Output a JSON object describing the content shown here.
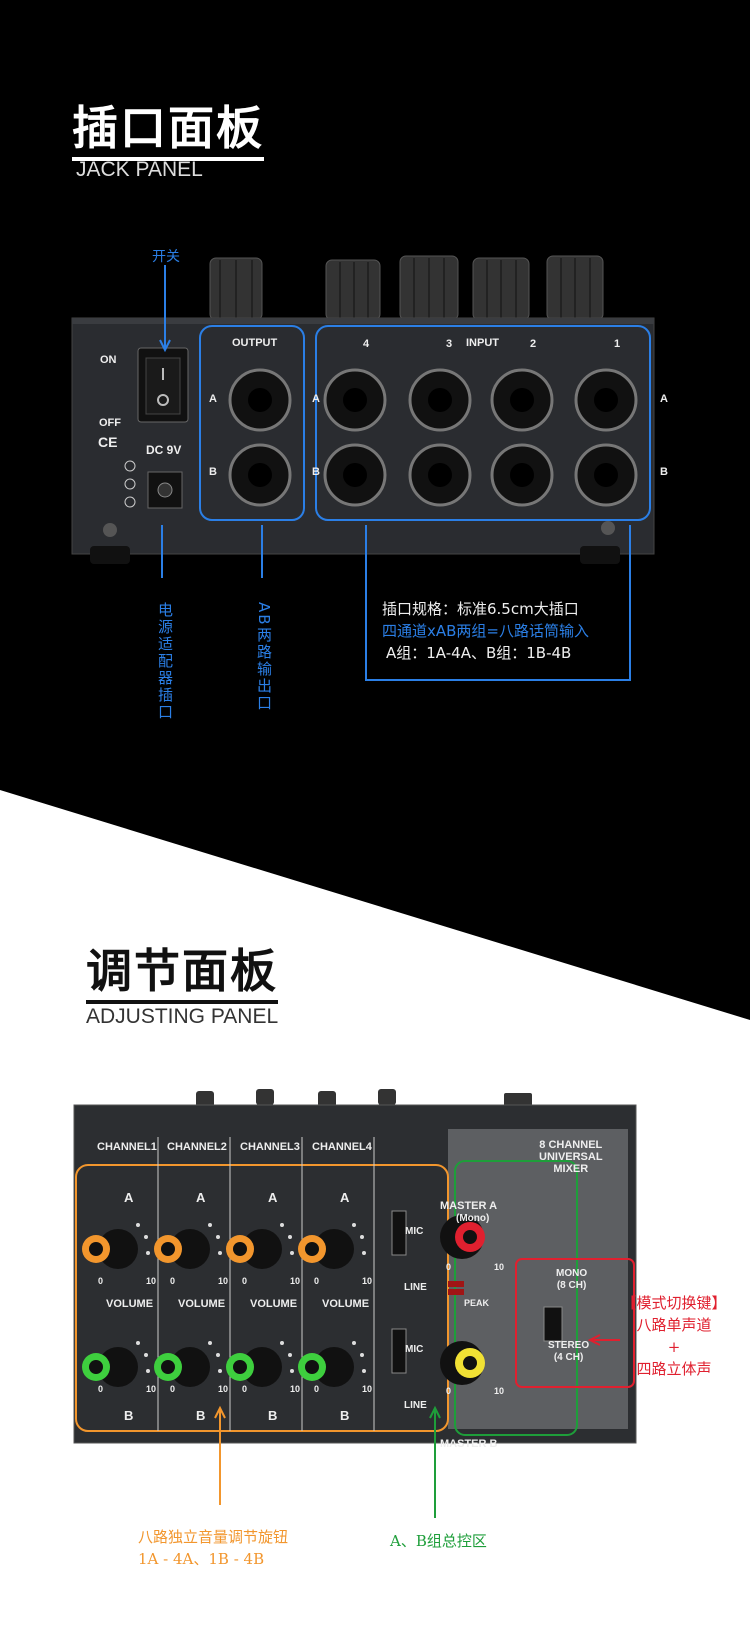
{
  "jack_section": {
    "title": "插口面板",
    "subtitle": "JACK PANEL",
    "switch_label": "开关",
    "on_label": "ON",
    "off_label": "OFF",
    "ce_label": "CE",
    "dc_label": "DC 9V",
    "output_label": "OUTPUT",
    "input_label": "INPUT",
    "input_numbers": [
      "4",
      "3",
      "2",
      "1"
    ],
    "row_a": "A",
    "row_b": "B",
    "power_annotation": "电源适配器插口",
    "output_annotation": "AB两路输出口",
    "spec_line1": "插口规格：标准6.5cm大插口",
    "spec_line2": "四通道xAB两组=八路话筒输入",
    "spec_line3": "A组：1A-4A、B组：1B-4B"
  },
  "adjust_section": {
    "title": "调节面板",
    "subtitle": "ADJUSTING PANEL",
    "channels": [
      "CHANNEL1",
      "CHANNEL2",
      "CHANNEL3",
      "CHANNEL4"
    ],
    "row_a": "A",
    "row_b": "B",
    "volume_label": "VOLUME",
    "scale_min": "0",
    "scale_max": "10",
    "brand_line1": "8 CHANNEL",
    "brand_line2": "UNIVERSAL",
    "brand_line3": "MIXER",
    "master_a": "MASTER A",
    "master_a_sub": "(Mono)",
    "master_b": "MASTER B",
    "mic_label": "MIC",
    "line_label": "LINE",
    "peak_label": "PEAK",
    "mono_label": "MONO",
    "mono_sub": "(8 CH)",
    "stereo_label": "STEREO",
    "stereo_sub": "(4 CH)",
    "mode_line1": "【模式切换键】",
    "mode_line2": "八路单声道",
    "mode_line3": "+",
    "mode_line4": "四路立体声",
    "knob_annotation_line1": "八路独立音量调节旋钮",
    "knob_annotation_line2": "1A - 4A、1B - 4B",
    "master_annotation": "A、B组总控区"
  },
  "colors": {
    "blue": "#2b7fe6",
    "orange": "#f2962d",
    "green": "#1e9e3a",
    "red": "#e0202f"
  }
}
